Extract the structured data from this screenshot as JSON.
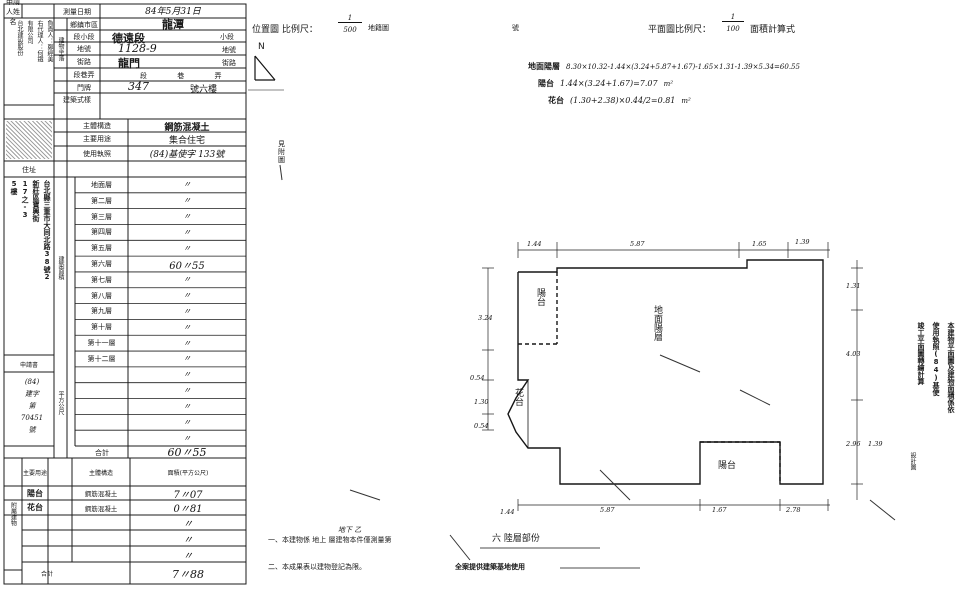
{
  "header": {
    "applicant_label": "申請人姓名",
    "survey_date_label": "測量日期",
    "survey_date_value": "84年5月31日",
    "township_label": "鄉鎮市區",
    "township_value": "龍潭",
    "section_label": "段小段",
    "section_value": "德遠段",
    "section_suffix": "小段",
    "lot_label": "地號",
    "lot_value": "1128-9",
    "lot_suffix": "地號",
    "street_label": "街路",
    "street_value": "龍門",
    "street_suffix": "街路",
    "lane_label": "段巷弄",
    "lane_value": "段 巷 弄",
    "number_label": "門牌",
    "number_value": "347",
    "floor_value": "號六樓",
    "building_label": "建築式樣",
    "structure_label": "主體構造",
    "structure_value": "鋼筋混凝土",
    "use_label": "主要用途",
    "use_value": "集合住宅",
    "permit_label": "使用執照",
    "permit_value": "(84)基使字 133號"
  },
  "applicant": {
    "name_lines": [
      "負責人：鄭經美",
      "右代理人：何鐵",
      "有限公司",
      "台北建設股份"
    ],
    "address_label": "住址",
    "address_lines": [
      "台北縣三重市大同北路38號2",
      "新莊區寶興街",
      "17之-3",
      "5樓"
    ]
  },
  "floors_table": {
    "floors": [
      {
        "label": "地面層",
        "value": "〃"
      },
      {
        "label": "第二層",
        "value": "〃"
      },
      {
        "label": "第三層",
        "value": "〃"
      },
      {
        "label": "第四層",
        "value": "〃"
      },
      {
        "label": "第五層",
        "value": "〃"
      },
      {
        "label": "第六層",
        "value": "60〃55"
      },
      {
        "label": "第七層",
        "value": "〃"
      },
      {
        "label": "第八層",
        "value": "〃"
      },
      {
        "label": "第九層",
        "value": "〃"
      },
      {
        "label": "第十層",
        "value": "〃"
      },
      {
        "label": "第十一層",
        "value": "〃"
      },
      {
        "label": "第十二層",
        "value": "〃"
      },
      {
        "label": "",
        "value": "〃"
      },
      {
        "label": "",
        "value": "〃"
      },
      {
        "label": "",
        "value": "〃"
      },
      {
        "label": "",
        "value": "〃"
      },
      {
        "label": "",
        "value": "〃"
      }
    ],
    "total_label": "合計",
    "total_value": "60〃55",
    "side_area_label": "面積",
    "side_unit_label": "平方公尺",
    "applicant_stamp": "申請書",
    "stamp_lines": [
      "(84)",
      "建字",
      "第",
      "70451",
      "號"
    ]
  },
  "annex_table": {
    "col_main_use": "主要用途",
    "col_structure": "主體構造",
    "col_area": "面積(平方公尺)",
    "side_label": "附屬建物",
    "rows": [
      {
        "use": "陽台",
        "structure": "鋼筋混凝土",
        "area": "7〃07"
      },
      {
        "use": "花台",
        "structure": "鋼筋混凝土",
        "area": "0〃81"
      },
      {
        "use": "",
        "structure": "",
        "area": "〃"
      },
      {
        "use": "",
        "structure": "",
        "area": "〃"
      },
      {
        "use": "",
        "structure": "",
        "area": "〃"
      }
    ],
    "total_label": "合計",
    "total_value": "7〃88"
  },
  "location_map": {
    "title": "位置圖 比例尺：",
    "scale_num": "1",
    "scale_den": "500",
    "suffix": "地籍圖",
    "north": "N",
    "sheet_word": "號"
  },
  "plan": {
    "title": "平面圖比例尺：",
    "scale_num": "1",
    "scale_den": "100",
    "area_calc_title": "面積計算式",
    "calc_lines": [
      {
        "label": "地面陽層",
        "expr": "8.30×10.32-1.44×(3.24+5.87+1.67)-1.65×1.31-1.39×5.34=60.55"
      },
      {
        "label": "陽台",
        "expr": "1.44×(3.24+1.67)=7.07"
      },
      {
        "label": "花台",
        "expr": "(1.30+2.38)×0.44/2=0.81"
      }
    ],
    "unit": "m²",
    "dims": {
      "top_a": "1.44",
      "top_b": "5.87",
      "top_c": "1.65",
      "top_d": "1.39",
      "left_a": "3.24",
      "left_b": "0.54",
      "left_c": "1.30",
      "left_d": "0.54",
      "right_a": "1.31",
      "right_b": "4.03",
      "right_c": "2.96",
      "right_d": "1.39",
      "bottom_a": "5.87",
      "bottom_b": "1.67",
      "bottom_c": "2.78",
      "bottom_e": "1.44"
    },
    "room_main": "地面陽層",
    "room_balcony_a": "陽台",
    "room_balcony_b": "陽台",
    "room_planter": "花台",
    "side_note": [
      "本建物平面圖及建物面積係依",
      "使用執照(84)基使",
      "竣工平面圖轉繪計算"
    ],
    "side_design": "設計圖"
  },
  "footer": {
    "note1": "一、本建物係 地上 層建物本件僅測量第",
    "note1_floors": "六 陸層部份",
    "note1_mid": "地下 乙",
    "note2": "二、本成果表以建物登記為限。",
    "provider": "全案提供建築基地使用"
  }
}
